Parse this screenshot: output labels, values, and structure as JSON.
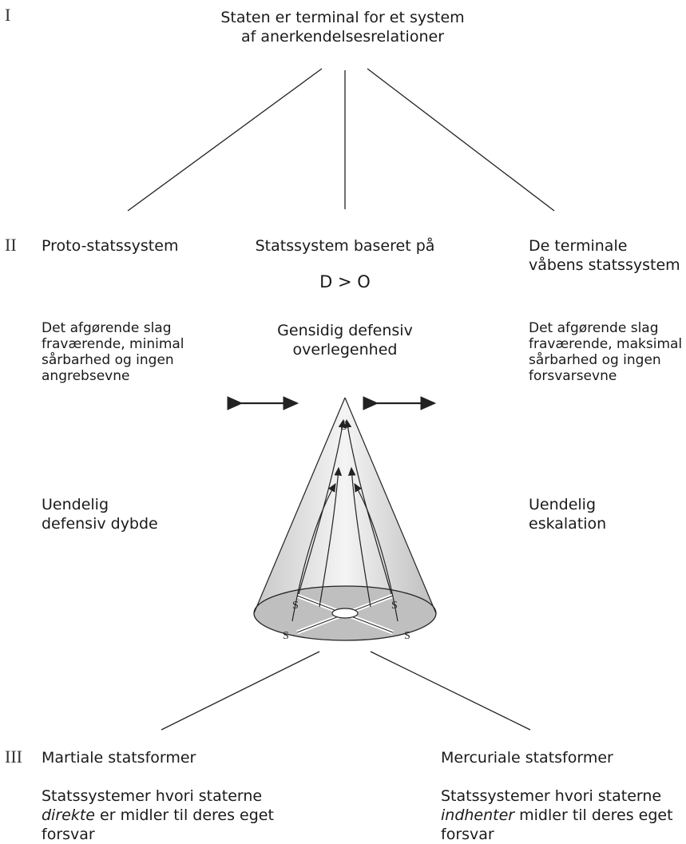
{
  "levels": {
    "I": "I",
    "II": "II",
    "III": "III"
  },
  "top": {
    "line1": "Staten er terminal for et system",
    "line2": "af anerkendelsesrelationer"
  },
  "left": {
    "title": "Proto-statssystem",
    "desc": [
      "Det afgørende slag",
      "fraværende, minimal",
      "sårbarhed og ingen",
      "angrebsevne"
    ],
    "depth": [
      "Uendelig",
      "defensiv dybde"
    ]
  },
  "center": {
    "title": "Statssystem baseret på",
    "formula": "D > O",
    "desc": [
      "Gensidig defensiv",
      "overlegenhed"
    ],
    "apex_label": "S",
    "state_labels": [
      "S",
      "S",
      "S",
      "S"
    ]
  },
  "right": {
    "title": [
      "De terminale",
      "våbens statssystem"
    ],
    "desc": [
      "Det afgørende slag",
      "fraværende, maksimal",
      "sårbarhed og ingen",
      "forsvarsevne"
    ],
    "escalation": [
      "Uendelig",
      "eskalation"
    ]
  },
  "bottom_left": {
    "title": "Martiale statsformer",
    "desc_pre": "Statssystemer hvori staterne",
    "desc_em": "direkte",
    "desc_post": " er midler til deres eget",
    "desc_last": "forsvar"
  },
  "bottom_right": {
    "title": "Mercuriale statsformer",
    "desc_pre": "Statssystemer hvori staterne",
    "desc_em": "indhenter",
    "desc_post": " midler til deres eget",
    "desc_last": "forsvar"
  }
}
